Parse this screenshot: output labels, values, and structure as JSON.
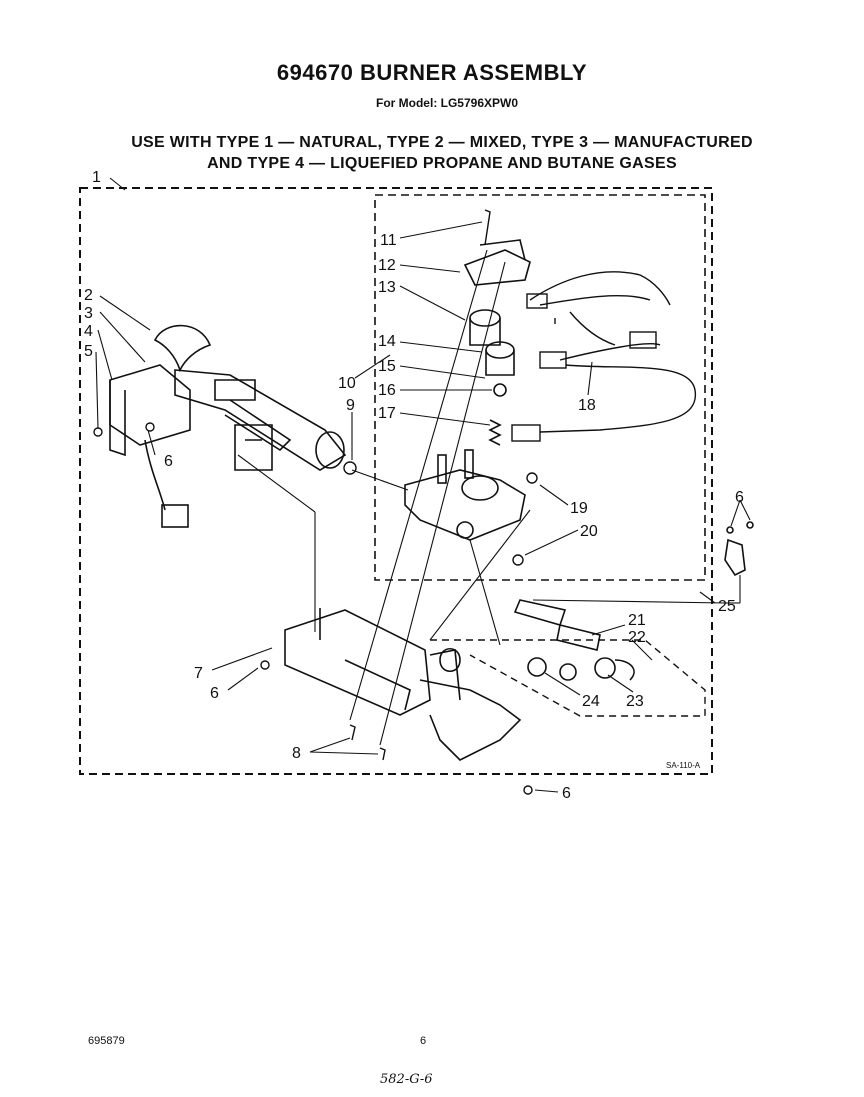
{
  "header": {
    "title": "694670 BURNER ASSEMBLY",
    "model": "For Model: LG5796XPW0",
    "instructions_line1": "USE WITH TYPE 1 — NATURAL, TYPE 2 — MIXED, TYPE 3 — MANUFACTURED",
    "instructions_line2": "AND TYPE 4 — LIQUEFIED PROPANE AND BUTANE GASES"
  },
  "callouts": {
    "c1": "1",
    "c2": "2",
    "c3": "3",
    "c4": "4",
    "c5": "5",
    "c6a": "6",
    "c6b": "6",
    "c6c": "6",
    "c6d": "6",
    "c7": "7",
    "c8": "8",
    "c9": "9",
    "c10": "10",
    "c11": "11",
    "c12": "12",
    "c13": "13",
    "c14": "14",
    "c15": "15",
    "c16": "16",
    "c17": "17",
    "c18": "18",
    "c19": "19",
    "c20": "20",
    "c21": "21",
    "c22": "22",
    "c23": "23",
    "c24": "24",
    "c25": "25"
  },
  "figure_code": "SA-110-A",
  "footer": {
    "doc_number": "695879",
    "page_number": "6",
    "handwritten": "582-G-6"
  }
}
